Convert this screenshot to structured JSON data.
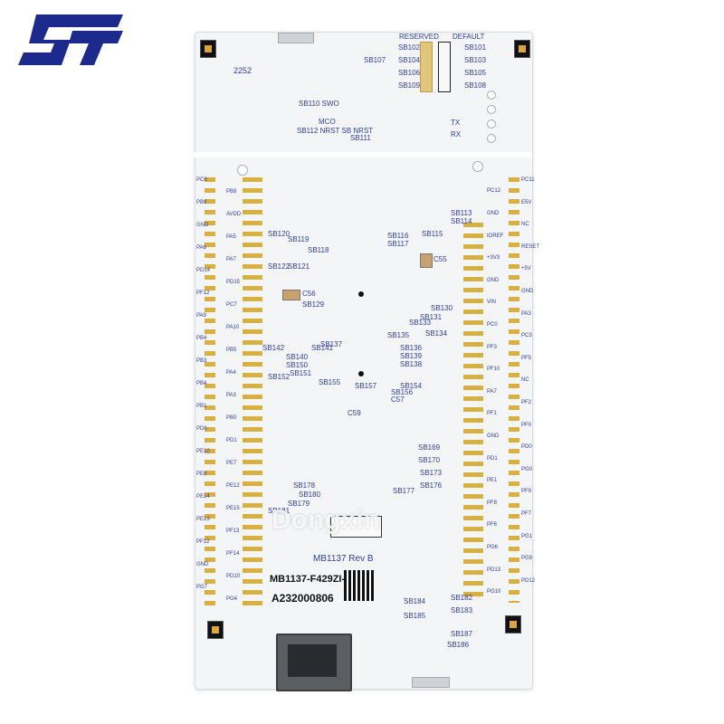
{
  "brand": {
    "logo_icon": "st-logo-icon",
    "color": "#1b2a8c"
  },
  "board": {
    "model": "MB1137-F429ZI-B01",
    "serial": "A232000806",
    "revision": "MB1137  Rev B",
    "watermark": "Dongxin",
    "top_labels": {
      "reserved": "RESERVED",
      "default": "DEFAULT",
      "tx": "TX",
      "rx": "RX",
      "swo": "SB110 SWO",
      "mco": "MCO",
      "nrst": "SB112 NRST SB NRST",
      "sb111": "SB111",
      "sb107": "SB107",
      "num": "2252"
    },
    "sb_left_top": [
      "SB102",
      "SB104",
      "SB106",
      "SB109"
    ],
    "sb_right_top": [
      "SB101",
      "SB103",
      "SB105",
      "SB108"
    ],
    "silk": [
      "SB113",
      "SB114",
      "SB115",
      "SB116",
      "SB117",
      "SB118",
      "SB119",
      "SB120",
      "SB121",
      "SB122",
      "C55",
      "C56",
      "SB129",
      "SB130",
      "SB131",
      "SB133",
      "SB134",
      "SB135",
      "SB136",
      "SB137",
      "SB138",
      "SB139",
      "SB140",
      "SB141",
      "SB142",
      "SB150",
      "SB151",
      "SB152",
      "SB154",
      "SB155",
      "SB156",
      "SB157",
      "C57",
      "SB169",
      "SB170",
      "SB173",
      "SB176",
      "SB177",
      "SB178",
      "SB180",
      "SB179",
      "SB181",
      "SB182",
      "SB183",
      "SB184",
      "SB185",
      "SB186",
      "SB187",
      "C59"
    ],
    "left_pins": [
      "PC6",
      "PB8",
      "PB9",
      "AVDD",
      "GND",
      "PA5",
      "PA6",
      "PA7",
      "PD14",
      "PD15",
      "PF12",
      "PC7",
      "PA9",
      "PA10",
      "PB4",
      "PB5",
      "PB3",
      "PA4",
      "PB4",
      "PA3",
      "PB1",
      "PB0",
      "PD0",
      "PD1",
      "PE10",
      "PE7",
      "PE8",
      "PE12",
      "PE14",
      "PE15",
      "PE13",
      "PF13",
      "PF12",
      "PF14",
      "GND",
      "PD10",
      "PG7",
      "PG4"
    ],
    "right_pins": [
      "PC11",
      "PC12",
      "E5V",
      "GND",
      "NC",
      "IOREF",
      "RESET",
      "+3V3",
      "+5V",
      "GND",
      "GND",
      "VIN",
      "PA3",
      "PC0",
      "PC3",
      "PF3",
      "PF5",
      "PF10",
      "NC",
      "PA7",
      "PF2",
      "PF1",
      "PF0",
      "GND",
      "PD0",
      "PD1",
      "PG0",
      "PE1",
      "PF9",
      "PF8",
      "PF7",
      "PF6",
      "PG1",
      "PG6",
      "PG9",
      "PD13",
      "PD12",
      "PG10"
    ]
  }
}
